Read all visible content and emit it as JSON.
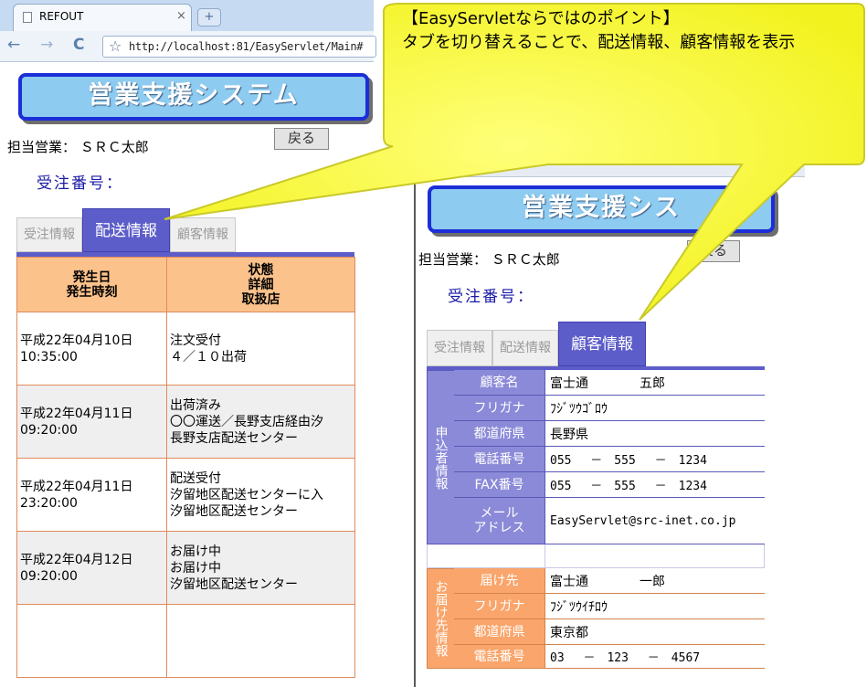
{
  "browser": {
    "tab_title": "REFOUT",
    "tab_close": "×",
    "new_tab": "+",
    "back": "←",
    "forward": "→",
    "reload": "C",
    "star": "☆",
    "url": "http://localhost:81/EasyServlet/Main#"
  },
  "left_page": {
    "system_title": "営業支援システム",
    "staff": "担当営業： ＳＲＣ太郎",
    "back_button": "戻る",
    "order_number_label": "受注番号：",
    "tabs": [
      "受注情報",
      "配送情報",
      "顧客情報"
    ],
    "active_tab": "配送情報",
    "history_headers": {
      "col1": [
        "発生日",
        "発生時刻"
      ],
      "col2": [
        "状態",
        "詳細",
        "取扱店"
      ]
    },
    "history_rows": [
      {
        "date": "平成22年04月10日",
        "time": "10:35:00",
        "status": "注文受付",
        "detail": "４／１０出荷",
        "store": ""
      },
      {
        "date": "平成22年04月11日",
        "time": "09:20:00",
        "status": "出荷済み",
        "detail": "〇〇運送／長野支店経由汐",
        "store": "長野支店配送センター"
      },
      {
        "date": "平成22年04月11日",
        "time": "23:20:00",
        "status": "配送受付",
        "detail": "汐留地区配送センターに入",
        "store": "汐留地区配送センター"
      },
      {
        "date": "平成22年04月12日",
        "time": "09:20:00",
        "status": "お届け中",
        "detail": "お届け中",
        "store": "汐留地区配送センター"
      }
    ]
  },
  "right_page": {
    "system_title": "営業支援シス",
    "staff": "担当営業： ＳＲＣ太郎",
    "back_button": "戻る",
    "order_number_label": "受注番号：",
    "tabs": [
      "受注情報",
      "配送情報",
      "顧客情報"
    ],
    "active_tab": "顧客情報",
    "applicant_group_label": "申込者情報",
    "applicant_fields": [
      {
        "label": "顧客名",
        "value": "富士通　　　　五郎"
      },
      {
        "label": "フリガナ",
        "value": "ﾌｼﾞﾂｳｺﾞﾛｳ"
      },
      {
        "label": "都道府県",
        "value": "長野県"
      },
      {
        "label": "電話番号",
        "value": "055　 －　555　 －　1234"
      },
      {
        "label": "FAX番号",
        "value": "055　 －　555　 －　1234"
      },
      {
        "label": "メール\nアドレス",
        "value": "EasyServlet@src-inet.co.jp"
      }
    ],
    "delivery_group_label": "お届け先情報",
    "delivery_fields": [
      {
        "label": "届け先",
        "value": "富士通　　　　一郎"
      },
      {
        "label": "フリガナ",
        "value": "ﾌｼﾞﾂｳｲﾁﾛｳ"
      },
      {
        "label": "都道府県",
        "value": "東京都"
      },
      {
        "label": "電話番号",
        "value": "03　 －　123　 －　4567"
      }
    ]
  },
  "callout": {
    "heading": "【EasyServletならではのポイント】",
    "body": "タブを切り替えることで、配送情報、顧客情報を表示"
  },
  "colors": {
    "callout_fill": "#ffff5a",
    "tab_active": "#5d5dc9",
    "applicant_label_bg": "#8b8ad8",
    "delivery_label_bg": "#f9a56b",
    "header_orange": "#fcc28c",
    "title_blue": "#8dcbf0"
  }
}
